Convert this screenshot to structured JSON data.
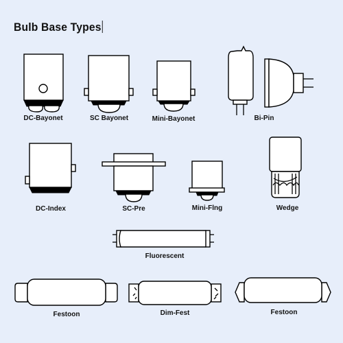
{
  "title": "Bulb Base Types",
  "bases": {
    "dc_bayonet": "DC-Bayonet",
    "sc_bayonet": "SC Bayonet",
    "mini_bayonet": "Mini-Bayonet",
    "bi_pin": "Bi-Pin",
    "dc_index": "DC-Index",
    "sc_pre": "SC-Pre",
    "mini_flng": "Mini-Flng",
    "wedge": "Wedge",
    "fluorescent": "Fluorescent",
    "festoon_1": "Festoon",
    "dim_fest": "Dim-Fest",
    "festoon_2": "Festoon"
  }
}
